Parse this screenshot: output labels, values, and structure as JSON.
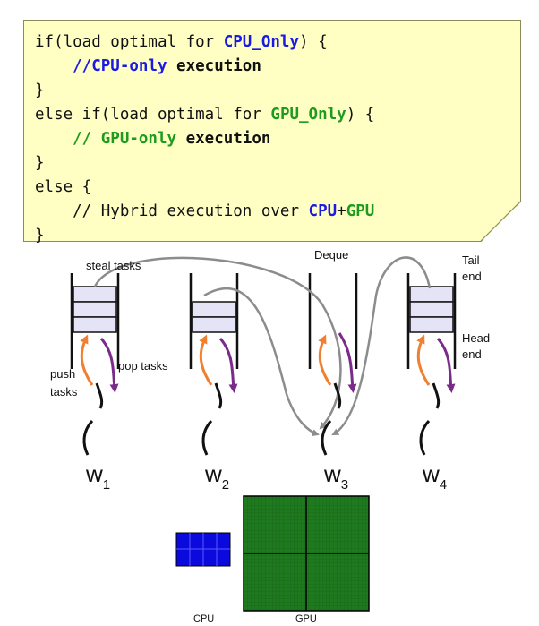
{
  "code": {
    "line1_a": "if(load optimal for ",
    "line1_kw": "CPU_Only",
    "line1_b": ") {",
    "line2_comment": "    //CPU-only",
    "line2_exec": " execution",
    "line3": "}",
    "line4_a": "else if(load optimal for ",
    "line4_kw": "GPU_Only",
    "line4_b": ") {",
    "line5_comment": "    // GPU-only",
    "line5_exec": " execution",
    "line6": "}",
    "line7": "else {",
    "line8_a": "    // Hybrid execution over ",
    "line8_cpu": "CPU",
    "line8_plus": "+",
    "line8_gpu": "GPU",
    "line9": "}"
  },
  "labels": {
    "steal_tasks": "steal tasks",
    "deque": "Deque",
    "tail": "Tail",
    "tail_end": "end",
    "head": "Head",
    "head_end": "end",
    "push": "push",
    "push_tasks": "tasks",
    "pop_tasks": "pop tasks"
  },
  "workers": [
    {
      "letter": "w",
      "sub": "1"
    },
    {
      "letter": "w",
      "sub": "2"
    },
    {
      "letter": "w",
      "sub": "3"
    },
    {
      "letter": "w",
      "sub": "4"
    }
  ],
  "devices": {
    "cpu_label": "CPU",
    "gpu_label": "GPU",
    "cpu_color": "#0a0adc",
    "gpu_color": "#1f7a1f"
  },
  "colors": {
    "push_arrow": "#f08030",
    "pop_arrow": "#7a2a8a",
    "steal_arrow": "#8c8c8c",
    "note_bg": "#ffffc4"
  }
}
